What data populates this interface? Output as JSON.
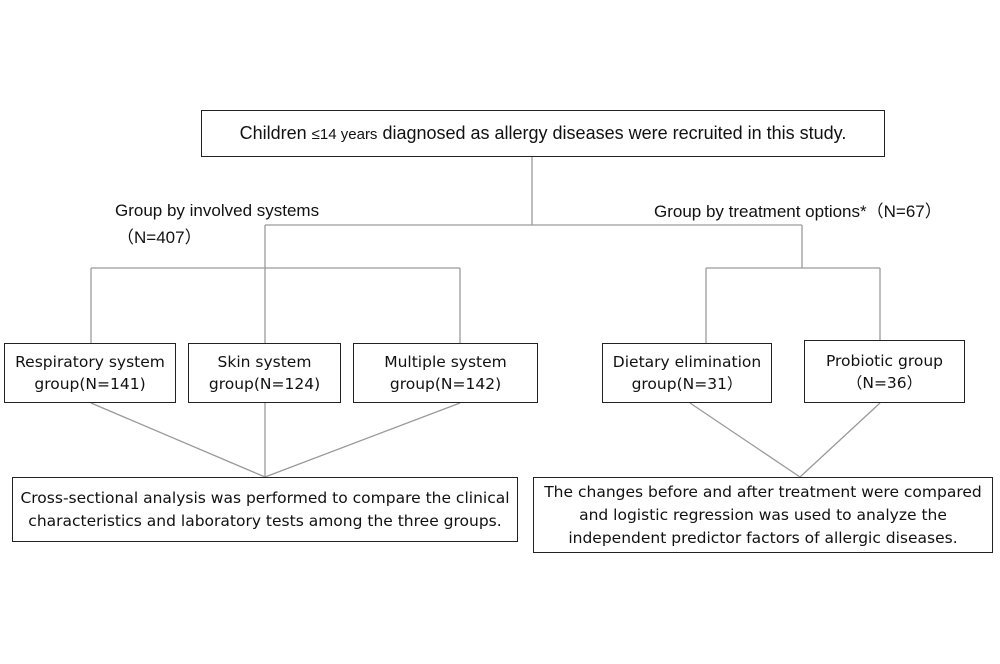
{
  "top_box": {
    "part1": "Children ",
    "part2": "≤14 years",
    "part3": " diagnosed as allergy diseases were recruited in this study."
  },
  "left_branch": {
    "label_line1": "Group by  involved systems",
    "label_line2": "（N=407）",
    "groups": [
      {
        "line1": "Respiratory system",
        "line2": "group(N=141)"
      },
      {
        "line1": "Skin system",
        "line2": "group(N=124)"
      },
      {
        "line1": "Multiple system",
        "line2": "group(N=142)"
      }
    ],
    "outcome": {
      "line1": "Cross-sectional analysis was performed to compare the clinical",
      "line2": "characteristics and laboratory tests among the three groups."
    }
  },
  "right_branch": {
    "label": "Group by treatment options*（N=67）",
    "groups": [
      {
        "line1": "Dietary elimination",
        "line2": "group(N=31）"
      },
      {
        "line1": "Probiotic group",
        "line2": "（N=36）"
      }
    ],
    "outcome": {
      "line1": "The changes before and after treatment were compared",
      "line2": "and logistic regression was used to analyze the",
      "line3": "independent predictor factors of allergic diseases."
    }
  }
}
